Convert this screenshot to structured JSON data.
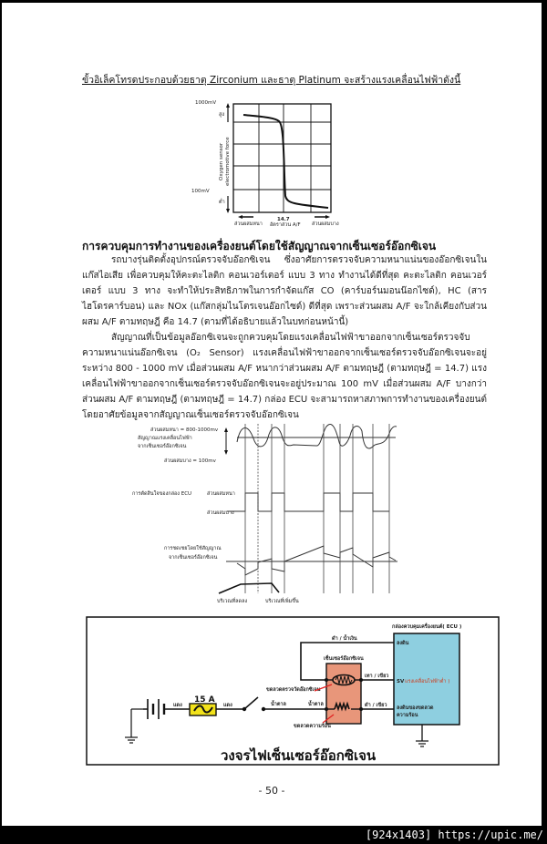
{
  "page": {
    "heading": "ขั้วอิเล็คโทรดประกอบด้วยธาตุ Zirconium และธาตุ Platinum จะสร้างแรงเคลื่อนไฟฟ้าดังนี้",
    "section_title": "การควบคุมการทำงานของเครื่องยนต์โดยใช้สัญญาณจากเซ็นเซอร์อ๊อกซิเจน",
    "paragraph1": "รถบางรุ่นติดตั้งอุปกรณ์ตรวจจับอ๊อกซิเจน ซึ่งอาศัยการตรวจจับความหนาแน่นของอ๊อกซิเจนในแก๊สไอเสีย เพื่อควบคุมให้คะตะไลติก คอนเวอร์เตอร์ แบบ 3 ทาง ทำงานได้ดีที่สุด คะตะไลติก คอนเวอร์เตอร์ แบบ 3 ทาง จะทำให้ประสิทธิภาพในการกำจัดแก๊ส CO (คาร์บอร์นมอนน๊อกไซด์), HC (สารไฮโดรคาร์บอน) และ NOx (แก๊สกลุ่มไนโตรเจนอ๊อกไซด์) ดีที่สุด เพราะส่วนผสม A/F จะใกล้เคียงกับส่วนผสม A/F ตามทฤษฎี คือ 14.7 (ตามที่ได้อธิบายแล้วในบทก่อนหน้านี้)",
    "paragraph2": "สัญญาณที่เป็นข้อมูลอ๊อกซิเจนจะถูกควบคุมโดยแรงเคลื่อนไฟฟ้าขาออกจากเซ็นเซอร์ตรวจจับความหนาแน่นอ๊อกซิเจน (O₂ Sensor) แรงเคลื่อนไฟฟ้าขาออกจากเซ็นเซอร์ตรวจจับอ๊อกซิเจนจะอยู่ระหว่าง 800 - 1000 mV เมื่อส่วนผสม A/F หนากว่าส่วนผสม A/F ตามทฤษฎี (ตามทฤษฎี = 14.7) แรงเคลื่อนไฟฟ้าขาออกจากเซ็นเซอร์ตรวจจับอ๊อกซิเจนจะอยู่ประมาณ 100 mV เมื่อส่วนผสม A/F บางกว่าส่วนผสม A/F ตามทฤษฎี (ตามทฤษฎี = 14.7) กล่อง ECU จะสามารถหาสภาพการทำงานของเครื่องยนต์โดยอาศัยข้อมูลจากสัญญาณเซ็นเซอร์ตรวจจับอ๊อกซิเจน",
    "page_number": "- 50 -"
  },
  "graph": {
    "y_top_label": "1000mV",
    "y_bottom_label": "100mV",
    "y_high": "สูง",
    "y_low": "ต่ำ",
    "y_axis_title_1": "Oxygen sensor",
    "y_axis_title_2": "electromotive force",
    "x_center": "14.7",
    "x_title": "อัตราส่วน A/F",
    "x_left": "ส่วนผสมหนา",
    "x_right": "ส่วนผสมบาง"
  },
  "timing": {
    "rich_label": "ส่วนผสมหนา = 800-1000mv",
    "signal_label_1": "สัญญาณแรงเคลื่อนไฟฟ้า",
    "signal_label_2": "จากเซ็นเซอร์อ๊อกซิเจน",
    "lean_label": "ส่วนผสมบาง = 100mv",
    "ecu_label": "การตัดสินใจของกล่อง ECU",
    "ecu_rich": "ส่วนผสมหนา",
    "ecu_lean": "ส่วนผสมบาง",
    "correction_1": "การชดเชยโดยใช้สัญญาณ",
    "correction_2": "จากเซ็นเซอร์อ๊อกซิเจน",
    "decrease_label": "บริเวณที่ลดลง",
    "increase_label": "บริเวณที่เพิ่มขึ้น"
  },
  "circuit": {
    "title": "วงจรไฟเซ็นเซอร์อ๊อกซิเจน",
    "fuse": "15 A",
    "wire_red_1": "แดง",
    "wire_red_2": "แดง",
    "brown_1": "น้ำตาล",
    "brown_2": "น้ำตาล",
    "ecu_title": "กล่องควบคุมเครื่องยนต์( ECU )",
    "ground_pin": "ลงดิน",
    "sv_pin": "SV",
    "sv_desc": "แรงเคลื่อนไฟฟ้าต่ำ )",
    "heater_pin_1": "ลงดินของขดลวด",
    "heater_pin_2": "ความร้อน",
    "wire_black_blue": "ดำ / น้ำเงิน",
    "wire_grey_green": "เทา / เขียว",
    "wire_black_green": "ดำ / เขียว",
    "sensor_label": "เซ็นเซอร์อ๊อกซิเจน",
    "sense_coil": "ขดลวดตรวจวัดอ๊อกซิเจน",
    "heater_coil": "ขดลวดความร้อน",
    "colors": {
      "ecu_fill": "#8ecfe0",
      "sensor_fill": "#e8967a",
      "fuse_fill": "#f2e21a",
      "arrow": "#e02020"
    }
  },
  "watermark": "[924x1403] https://upic.me/"
}
